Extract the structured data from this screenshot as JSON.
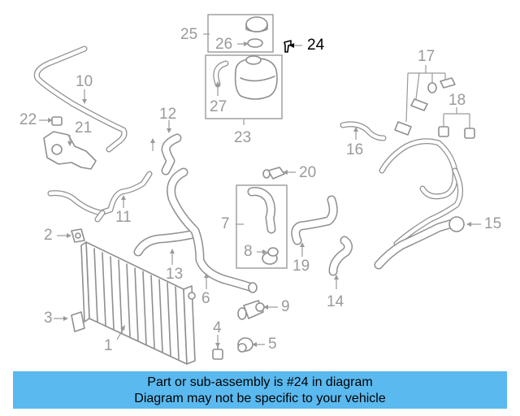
{
  "callouts": {
    "c1": "1",
    "c2": "2",
    "c3": "3",
    "c4": "4",
    "c5": "5",
    "c6": "6",
    "c7": "7",
    "c8": "8",
    "c9": "9",
    "c10": "10",
    "c11": "11",
    "c12": "12",
    "c13": "13",
    "c14": "14",
    "c15": "15",
    "c16": "16",
    "c17": "17",
    "c18": "18",
    "c19": "19",
    "c20": "20",
    "c21": "21",
    "c22": "22",
    "c23": "23",
    "c24": "24",
    "c25": "25",
    "c26": "26",
    "c27": "27"
  },
  "highlight_part": "24",
  "banner": {
    "line1": "Part or sub-assembly is #24 in diagram",
    "line2": "Diagram may not be specific to your vehicle"
  },
  "colors": {
    "banner_bg": "#5ab9ef",
    "line_gray": "#8f8f8f",
    "highlight": "#000000"
  }
}
